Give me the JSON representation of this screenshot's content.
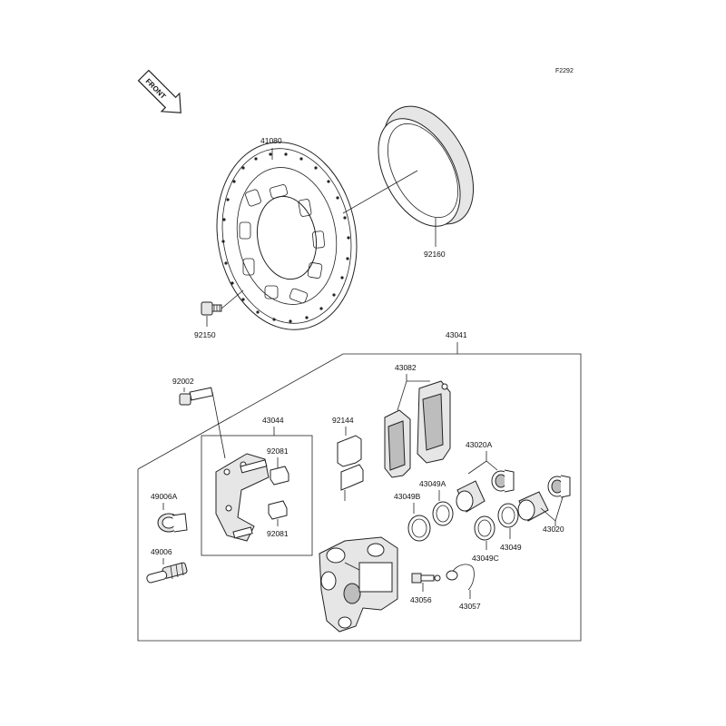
{
  "figure_code": "F2292",
  "front_label": "FRONT",
  "parts": {
    "p41080": "41080",
    "p92160": "92160",
    "p92150": "92150",
    "p43041": "43041",
    "p92002": "92002",
    "p43082": "43082",
    "p43044": "43044",
    "p92144": "92144",
    "p92081a": "92081",
    "p92081b": "92081",
    "p43020A": "43020A",
    "p43049A": "43049A",
    "p43049B": "43049B",
    "p49006A": "49006A",
    "p43020": "43020",
    "p43049": "43049",
    "p43049C": "43049C",
    "p49006": "49006",
    "p43056": "43056",
    "p43057": "43057"
  }
}
